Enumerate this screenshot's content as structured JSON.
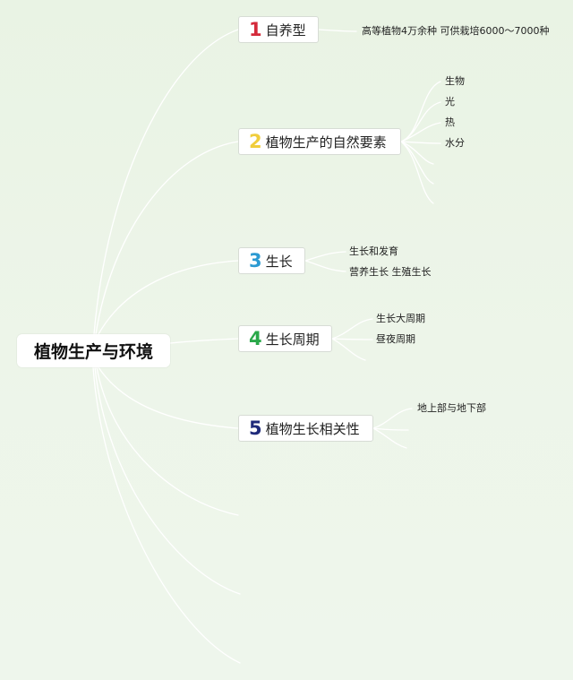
{
  "root": {
    "label": "植物生产与环境"
  },
  "branches": [
    {
      "num": "1",
      "label": "自养型",
      "color": "#d42a3a",
      "leaves": [
        "高等植物4万余种 可供栽培6000～7000种"
      ]
    },
    {
      "num": "2",
      "label": "植物生产的自然要素",
      "color": "#f0cd3c",
      "leaves": [
        "生物",
        "光",
        "热",
        "水分"
      ]
    },
    {
      "num": "3",
      "label": "生长",
      "color": "#2b9ad2",
      "leaves": [
        "生长和发育",
        "营养生长 生殖生长"
      ]
    },
    {
      "num": "4",
      "label": "生长周期",
      "color": "#2aa84a",
      "leaves": [
        "生长大周期",
        "昼夜周期"
      ]
    },
    {
      "num": "5",
      "label": "植物生长相关性",
      "color": "#1f2a7a",
      "leaves": [
        "地上部与地下部"
      ]
    }
  ],
  "colors": {
    "line": "#ffffff",
    "background": "#ecf4e8"
  }
}
